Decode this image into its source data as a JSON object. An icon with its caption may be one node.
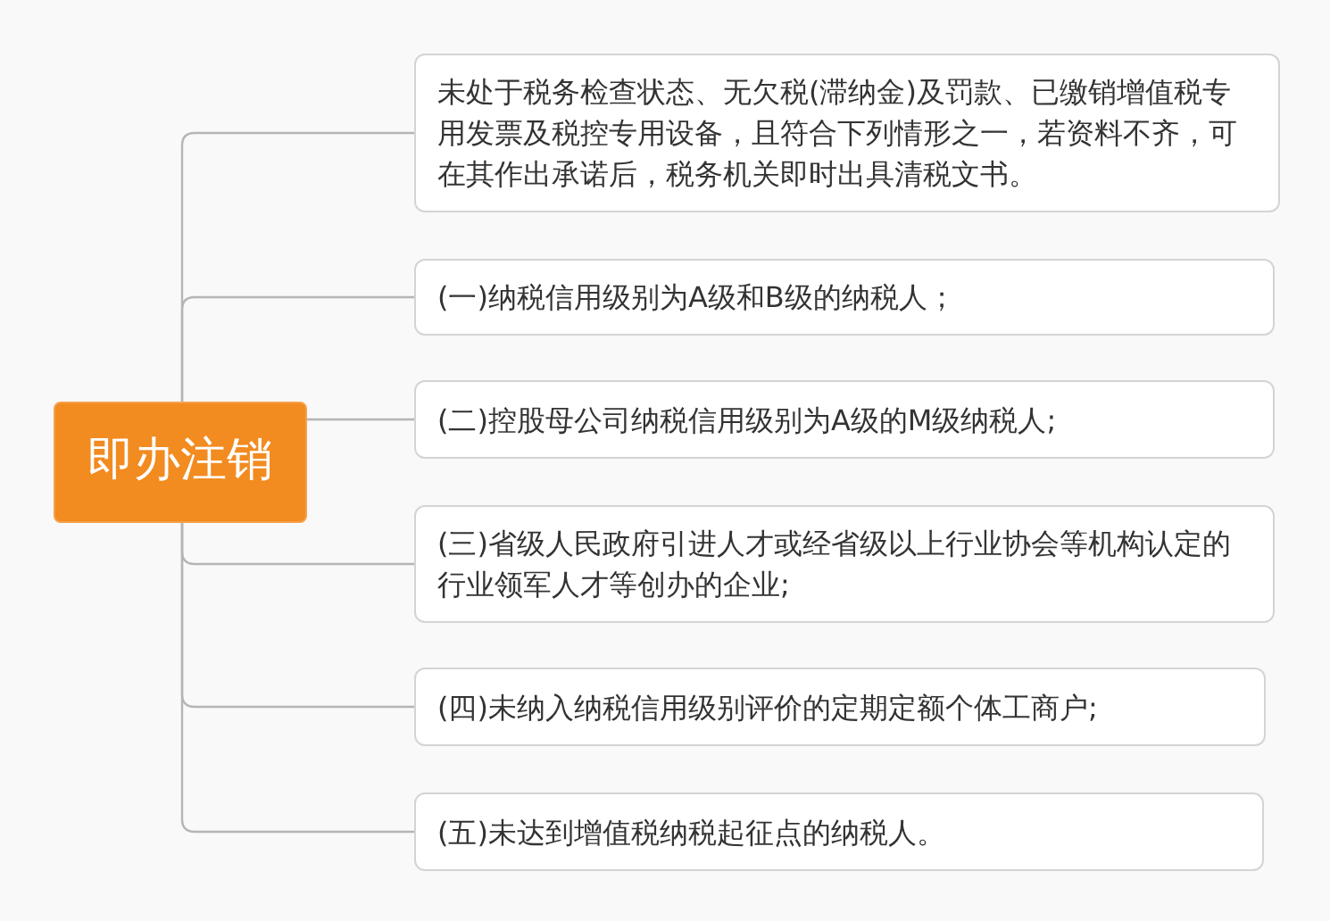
{
  "diagram": {
    "nodes": [
      {
        "text": [
          "即办注销"
        ]
      },
      {
        "text": [
          "未处于税务检查状态、无欠税(滞纳金)及罚款、已缴销增值税专用发票及税控专用设备，且符合下列情形之一，若资料不齐，可在其作出承诺后，税务机关即时出具清税文书。"
        ]
      },
      {
        "text": [
          "(一)纳税信用级别为A级和B级的纳税人；"
        ]
      },
      {
        "text": [
          "(二)控股母公司纳税信用级别为A级的M级纳税人;"
        ]
      },
      {
        "text": [
          "(三)省级人民政府引进人才或经省级以上行业协会等机构认定的行业领军人才等创办的企业;"
        ]
      },
      {
        "text": [
          "(四)未纳入纳税信用级别评价的定期定额个体工商户;"
        ]
      },
      {
        "text": [
          "(五)未达到增值税纳税起征点的纳税人。"
        ]
      }
    ],
    "edges": [
      {
        "from": 0,
        "to": 1,
        "arrow": "none"
      },
      {
        "from": 0,
        "to": 2,
        "arrow": "none"
      },
      {
        "from": 0,
        "to": 3,
        "arrow": "none"
      },
      {
        "from": 0,
        "to": 4,
        "arrow": "none"
      },
      {
        "from": 0,
        "to": 5,
        "arrow": "none"
      },
      {
        "from": 0,
        "to": 6,
        "arrow": "none"
      }
    ]
  }
}
